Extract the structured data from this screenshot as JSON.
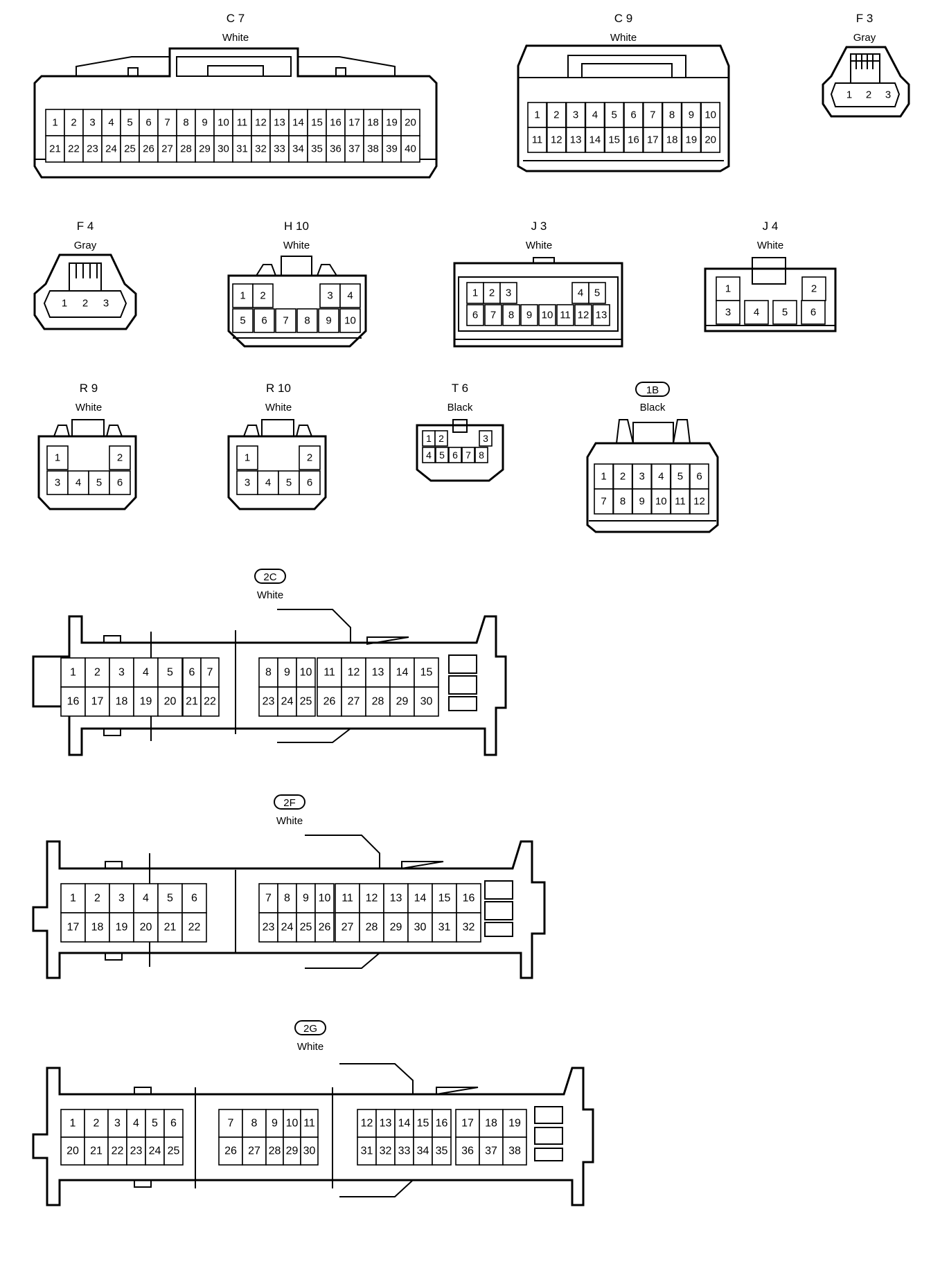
{
  "connectors": [
    {
      "id": "C7",
      "name": "C 7",
      "color": "White",
      "circled": false,
      "pins": [
        [
          "1",
          "2",
          "3",
          "4",
          "5",
          "6",
          "7",
          "8",
          "9",
          "10",
          "11",
          "12",
          "13",
          "14",
          "15",
          "16",
          "17",
          "18",
          "19",
          "20"
        ],
        [
          "21",
          "22",
          "23",
          "24",
          "25",
          "26",
          "27",
          "28",
          "29",
          "30",
          "31",
          "32",
          "33",
          "34",
          "35",
          "36",
          "37",
          "38",
          "39",
          "40"
        ]
      ]
    },
    {
      "id": "C9",
      "name": "C 9",
      "color": "White",
      "circled": false,
      "pins": [
        [
          "1",
          "2",
          "3",
          "4",
          "5",
          "6",
          "7",
          "8",
          "9",
          "10"
        ],
        [
          "11",
          "12",
          "13",
          "14",
          "15",
          "16",
          "17",
          "18",
          "19",
          "20"
        ]
      ]
    },
    {
      "id": "F3",
      "name": "F 3",
      "color": "Gray",
      "circled": false,
      "pins": [
        [
          "1",
          "2",
          "3"
        ]
      ]
    },
    {
      "id": "F4",
      "name": "F 4",
      "color": "Gray",
      "circled": false,
      "pins": [
        [
          "1",
          "2",
          "3"
        ]
      ]
    },
    {
      "id": "H10",
      "name": "H 10",
      "color": "White",
      "circled": false,
      "pins": [
        [
          "1",
          "2",
          "3",
          "4"
        ],
        [
          "5",
          "6",
          "7",
          "8",
          "9",
          "10"
        ]
      ]
    },
    {
      "id": "J3",
      "name": "J 3",
      "color": "White",
      "circled": false,
      "pins": [
        [
          "1",
          "2",
          "3",
          "4",
          "5"
        ],
        [
          "6",
          "7",
          "8",
          "9",
          "10",
          "11",
          "12",
          "13"
        ]
      ]
    },
    {
      "id": "J4",
      "name": "J 4",
      "color": "White",
      "circled": false,
      "pins": [
        [
          "1",
          "2"
        ],
        [
          "3",
          "4",
          "5",
          "6"
        ]
      ]
    },
    {
      "id": "R9",
      "name": "R 9",
      "color": "White",
      "circled": false,
      "pins": [
        [
          "1",
          "2"
        ],
        [
          "3",
          "4",
          "5",
          "6"
        ]
      ]
    },
    {
      "id": "R10",
      "name": "R 10",
      "color": "White",
      "circled": false,
      "pins": [
        [
          "1",
          "2"
        ],
        [
          "3",
          "4",
          "5",
          "6"
        ]
      ]
    },
    {
      "id": "T6",
      "name": "T 6",
      "color": "Black",
      "circled": false,
      "pins": [
        [
          "1",
          "2",
          "3"
        ],
        [
          "4",
          "5",
          "6",
          "7",
          "8"
        ]
      ]
    },
    {
      "id": "1B",
      "name": "1B",
      "color": "Black",
      "circled": true,
      "pins": [
        [
          "1",
          "2",
          "3",
          "4",
          "5",
          "6"
        ],
        [
          "7",
          "8",
          "9",
          "10",
          "11",
          "12"
        ]
      ]
    },
    {
      "id": "2C",
      "name": "2C",
      "color": "White",
      "circled": true,
      "pins": [
        [
          "1",
          "2",
          "3",
          "4",
          "5",
          "6",
          "7",
          "8",
          "9",
          "10",
          "11",
          "12",
          "13",
          "14",
          "15"
        ],
        [
          "16",
          "17",
          "18",
          "19",
          "20",
          "21",
          "22",
          "23",
          "24",
          "25",
          "26",
          "27",
          "28",
          "29",
          "30"
        ]
      ]
    },
    {
      "id": "2F",
      "name": "2F",
      "color": "White",
      "circled": true,
      "pins": [
        [
          "1",
          "2",
          "3",
          "4",
          "5",
          "6",
          "7",
          "8",
          "9",
          "10",
          "11",
          "12",
          "13",
          "14",
          "15",
          "16"
        ],
        [
          "17",
          "18",
          "19",
          "20",
          "21",
          "22",
          "23",
          "24",
          "25",
          "26",
          "27",
          "28",
          "29",
          "30",
          "31",
          "32"
        ]
      ]
    },
    {
      "id": "2G",
      "name": "2G",
      "color": "White",
      "circled": true,
      "pins": [
        [
          "1",
          "2",
          "3",
          "4",
          "5",
          "6",
          "7",
          "8",
          "9",
          "10",
          "11",
          "12",
          "13",
          "14",
          "15",
          "16",
          "17",
          "18",
          "19"
        ],
        [
          "20",
          "21",
          "22",
          "23",
          "24",
          "25",
          "26",
          "27",
          "28",
          "29",
          "30",
          "31",
          "32",
          "33",
          "34",
          "35",
          "36",
          "37",
          "38"
        ]
      ]
    }
  ]
}
